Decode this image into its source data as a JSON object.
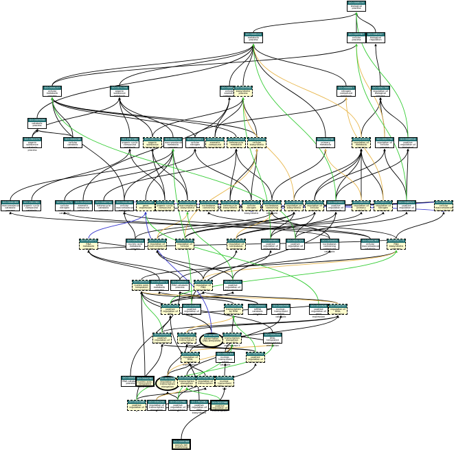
{
  "colors": {
    "is_a": "#000000",
    "part_of": "#3333cc",
    "regulates": "#e8b64a",
    "pos_regulates": "#33cc33",
    "neg_regulates": "#cc3333",
    "header": "#1f6f72",
    "highlight": "#fefdcf"
  },
  "nodes": [
    {
      "id": "n1",
      "go": "GO:0008150",
      "label": "biological process",
      "s": "p"
    },
    {
      "id": "n2",
      "go": "GO:0008152",
      "label": "metabolic process",
      "s": "p"
    },
    {
      "id": "n3",
      "go": "GO:0009987",
      "label": "cellular process",
      "s": "p"
    },
    {
      "id": "n4",
      "go": "GO:0065007",
      "label": "biological regulation",
      "s": "p"
    },
    {
      "id": "n5",
      "go": "GO:0071704",
      "label": "organic substance metabolic",
      "s": "p"
    },
    {
      "id": "n6",
      "go": "GO:0006725",
      "label": "cellular aromatic compound",
      "s": "p"
    },
    {
      "id": "n7",
      "go": "GO:0044237",
      "label": "cellular metabolic process",
      "s": "p"
    },
    {
      "id": "n8",
      "go": "GO:0009058",
      "label": "biosynthetic process",
      "s": "h"
    },
    {
      "id": "n9",
      "go": "GO:0006807",
      "label": "nitrogen compound metabolic",
      "s": "p"
    },
    {
      "id": "n10",
      "go": "GO:0050789",
      "label": "regulation of biological process",
      "s": "p"
    },
    {
      "id": "n11",
      "go": "GO:0009056",
      "label": "catabolic process",
      "s": "p"
    },
    {
      "id": "n12",
      "go": "GO:1901575",
      "label": "organic substance catabolic process",
      "s": "p"
    },
    {
      "id": "n13",
      "go": "GO:0044248",
      "label": "cellular catabolic process",
      "s": "p"
    },
    {
      "id": "n14",
      "go": "GO:1901360",
      "label": "organic cyclic compound metabolic",
      "s": "p"
    },
    {
      "id": "n15",
      "go": "GO:1901576",
      "label": "organic substance biosynthetic",
      "s": "h"
    },
    {
      "id": "n16",
      "go": "GO:0043170",
      "label": "macromolecule metabolic process",
      "s": "p"
    },
    {
      "id": "n17",
      "go": "GO:0034641",
      "label": "cellular nitrogen compound",
      "s": "p"
    },
    {
      "id": "n18",
      "go": "GO:0019438",
      "label": "aromatic compound biosynthetic",
      "s": "h"
    },
    {
      "id": "n19",
      "go": "GO:0046483",
      "label": "heterocycle metabolic process",
      "s": "h"
    },
    {
      "id": "n20",
      "go": "GO:0044249",
      "label": "cellular biosynthetic process",
      "s": "h"
    },
    {
      "id": "n21",
      "go": "GO:0044238",
      "label": "primary metabolic process",
      "s": "p"
    },
    {
      "id": "n22",
      "go": "GO:0019222",
      "label": "regulation of metabolic process",
      "s": "h"
    },
    {
      "id": "n23",
      "go": "GO:0050794",
      "label": "regulation of cellular process",
      "s": "p"
    },
    {
      "id": "n24",
      "go": "GO:0048518",
      "label": "positive regulation of biological",
      "s": "p"
    },
    {
      "id": "n25",
      "go": "GO:0044265",
      "label": "macromolecule catabolic process",
      "s": "p"
    },
    {
      "id": "n26",
      "go": "GO:1901361",
      "label": "organic cyclic compound catabolic",
      "s": "p"
    },
    {
      "id": "n27",
      "go": "GO:0044270",
      "label": "cellular nitrogen compound catabolic",
      "s": "p"
    },
    {
      "id": "n28",
      "go": "GO:0019439",
      "label": "aromatic compound catabolic",
      "s": "p"
    },
    {
      "id": "n29",
      "go": "GO:0046700",
      "label": "heterocycle catabolic process",
      "s": "p"
    },
    {
      "id": "n30",
      "go": "GO:0044260",
      "label": "cellular macromolecule metabolic",
      "s": "p"
    },
    {
      "id": "n31",
      "go": "GO:0010467",
      "label": "gene expression",
      "s": "h"
    },
    {
      "id": "n32",
      "go": "GO:1901362",
      "label": "organic cyclic compound biosynthetic",
      "s": "h"
    },
    {
      "id": "n33",
      "go": "GO:0009059",
      "label": "macromolecule biosynthetic",
      "s": "h"
    },
    {
      "id": "n34",
      "go": "GO:0034654",
      "label": "nucleobase-containing compound",
      "s": "h"
    },
    {
      "id": "n35",
      "go": "GO:0018130",
      "label": "heterocycle biosynthetic process",
      "s": "h"
    },
    {
      "id": "n36",
      "go": "GO:0044271",
      "label": "cellular nitrogen compound biosynthetic",
      "s": "h"
    },
    {
      "id": "n37",
      "go": "GO:0006139",
      "label": "nucleobase-containing compound metabolic",
      "s": "h"
    },
    {
      "id": "n38",
      "go": "GO:0009889",
      "label": "regulation of biosynthetic process",
      "s": "h"
    },
    {
      "id": "n39",
      "go": "GO:0031323",
      "label": "regulation of cellular metabolic",
      "s": "h"
    },
    {
      "id": "n40",
      "go": "GO:0009893",
      "label": "positive regulation of metabolic",
      "s": "p"
    },
    {
      "id": "n41",
      "go": "GO:0080090",
      "label": "regulation of primary metabolic",
      "s": "h"
    },
    {
      "id": "n42",
      "go": "GO:0051171",
      "label": "regulation of nitrogen compound",
      "s": "h"
    },
    {
      "id": "n43",
      "go": "GO:0048522",
      "label": "positive regulation of cellular",
      "s": "p"
    },
    {
      "id": "n44",
      "go": "GO:0034645",
      "label": "cellular macromolecule biosynthetic",
      "s": "h"
    },
    {
      "id": "n45",
      "go": "GO:0016070",
      "label": "RNA metabolic process",
      "s": "h"
    },
    {
      "id": "n46",
      "go": "GO:0090304",
      "label": "nucleic acid metabolic process",
      "s": "p"
    },
    {
      "id": "n47",
      "go": "GO:0010556",
      "label": "regulation of macromolecule biosynthetic",
      "s": "h"
    },
    {
      "id": "n48",
      "go": "GO:0031326",
      "label": "regulation of cellular biosynthetic",
      "s": "h"
    },
    {
      "id": "n49",
      "go": "GO:0019219",
      "label": "regulation of nucleobase-containing",
      "s": "h"
    },
    {
      "id": "n50",
      "go": "GO:0009891",
      "label": "positive regulation of biosynthetic",
      "s": "p"
    },
    {
      "id": "n51",
      "go": "GO:0031325",
      "label": "positive regulation of cellular",
      "s": "p"
    },
    {
      "id": "n52",
      "go": "GO:0034655",
      "label": "nucleobase-containing compound catabolic",
      "s": "p"
    },
    {
      "id": "n53",
      "go": "GO:0044265",
      "label": "cellular macromolecule catabolic",
      "s": "p"
    },
    {
      "id": "n54",
      "go": "GO:0032774",
      "label": "RNA biosynthetic process",
      "s": "h"
    },
    {
      "id": "n55",
      "go": "GO:0006351",
      "label": "nucleic acid-templated transcription",
      "s": "h"
    },
    {
      "id": "n56",
      "go": "GO:0016071",
      "label": "mRNA metabolic process",
      "s": "p"
    },
    {
      "id": "n57",
      "go": "GO:0006401",
      "label": "RNA catabolic process",
      "s": "p"
    },
    {
      "id": "n58",
      "go": "GO:2001141",
      "label": "regulation of RNA biosynthetic",
      "s": "h"
    },
    {
      "id": "n59",
      "go": "GO:0010557",
      "label": "positive regulation of macromolecule",
      "s": "p"
    },
    {
      "id": "n60",
      "go": "GO:0051254",
      "label": "positive regulation of RNA",
      "s": "h"
    },
    {
      "id": "n61",
      "go": "GO:0010604",
      "label": "positive regulation of macromolecule",
      "s": "p"
    },
    {
      "id": "n62",
      "go": "GO:0006366",
      "label": "transcription by RNA polymerase II",
      "s": "h"
    },
    {
      "id": "n63",
      "go": "GO:0006402",
      "label": "mRNA catabolic process",
      "s": "p"
    },
    {
      "id": "n64",
      "go": "GO:0000956",
      "label": "nuclear-transcribed mRNA catabolic",
      "s": "p"
    },
    {
      "id": "n65",
      "go": "GO:0010628",
      "label": "positive regulation of gene expression",
      "s": "p"
    },
    {
      "id": "n66",
      "go": "GO:0006355",
      "label": "regulation of DNA-templated",
      "s": "h"
    },
    {
      "id": "n67",
      "go": "GO:0045893",
      "label": "positive regulation of transcription",
      "s": "h"
    },
    {
      "id": "n68",
      "go": "GO:0006357",
      "label": "regulation of transcription by RNA",
      "s": "h"
    },
    {
      "id": "n69",
      "go": "GO:0006351",
      "label": "transcription, DNA-templated",
      "s": "e"
    },
    {
      "id": "n70",
      "go": "GO:0006368",
      "label": "transcription elongation from RNA polymerase II",
      "s": "h"
    },
    {
      "id": "n71",
      "go": "GO:0006354",
      "label": "DNA-templated transcription elongation",
      "s": "p"
    },
    {
      "id": "n72",
      "go": "GO:0032784",
      "label": "regulation of DNA-templated transcription",
      "s": "h"
    },
    {
      "id": "n73",
      "go": "GO:0000184",
      "label": "nuclear-transcribed mRNA catabolic",
      "s": "p"
    },
    {
      "id": "n74",
      "go": "GO:0045944",
      "label": "positive regulation of transcription",
      "s": "h"
    },
    {
      "id": "n75",
      "go": "GO:0032968",
      "label": "regulation of transcription elongation",
      "s": "e"
    },
    {
      "id": "n76",
      "go": "GO:0034243",
      "label": "transcription elongation from RNA",
      "s": "h"
    },
    {
      "id": "n77",
      "go": "GO:0032786",
      "label": "regulation of transcription",
      "s": "h"
    },
    {
      "id": "n78",
      "go": "GO:0000289",
      "label": "nuclear-transcribed mRNA poly(A) tail",
      "s": "h"
    },
    {
      "id": "n79",
      "go": "GO:0043488",
      "label": "positive regulation of",
      "s": "h"
    },
    {
      "id": "n80",
      "go": "GO:0034244",
      "label": "regulation of transcription elongation",
      "s": "p"
    },
    {
      "id": "n81",
      "go": "GO:0032968",
      "label": "positive regulation of transcription",
      "s": "p"
    },
    {
      "id": "n82",
      "go": "GO:1902682",
      "label": "positive regulation of RNA biosynthetic",
      "s": "p"
    },
    {
      "id": "n83",
      "go": "GO:0032968",
      "label": "positive regulation of transcription",
      "s": "t"
    },
    {
      "id": "n84",
      "go": "GO:0006401",
      "label": "RNA catabolic process",
      "s": "p"
    },
    {
      "id": "n85",
      "go": "GO:0044260",
      "label": "nucleic acid-templated transcription",
      "s": "t"
    },
    {
      "id": "n86",
      "go": "GO:0006366",
      "label": "poly(A) tail shortening",
      "s": "t"
    }
  ],
  "edges": [
    [
      "n2",
      "n1",
      "k"
    ],
    [
      "n3",
      "n1",
      "k"
    ],
    [
      "n4",
      "n1",
      "k"
    ],
    [
      "n5",
      "n2",
      "k"
    ],
    [
      "n6",
      "n2",
      "k"
    ],
    [
      "n7",
      "n2",
      "k"
    ],
    [
      "n7",
      "n3",
      "k"
    ],
    [
      "n8",
      "n2",
      "k"
    ],
    [
      "n9",
      "n2",
      "k"
    ],
    [
      "n10",
      "n4",
      "k"
    ],
    [
      "n11",
      "n2",
      "k"
    ],
    [
      "n12",
      "n5",
      "k"
    ],
    [
      "n12",
      "n11",
      "k"
    ],
    [
      "n13",
      "n7",
      "k"
    ],
    [
      "n13",
      "n11",
      "k"
    ],
    [
      "n14",
      "n5",
      "k"
    ],
    [
      "n15",
      "n5",
      "k"
    ],
    [
      "n15",
      "n8",
      "k"
    ],
    [
      "n16",
      "n5",
      "k"
    ],
    [
      "n17",
      "n7",
      "k"
    ],
    [
      "n17",
      "n9",
      "k"
    ],
    [
      "n18",
      "n6",
      "k"
    ],
    [
      "n18",
      "n8",
      "k"
    ],
    [
      "n19",
      "n7",
      "k"
    ],
    [
      "n20",
      "n7",
      "k"
    ],
    [
      "n20",
      "n8",
      "k"
    ],
    [
      "n21",
      "n2",
      "k"
    ],
    [
      "n22",
      "n10",
      "k"
    ],
    [
      "n22",
      "n2",
      "o"
    ],
    [
      "n23",
      "n10",
      "k"
    ],
    [
      "n23",
      "n3",
      "o"
    ],
    [
      "n24",
      "n10",
      "k"
    ],
    [
      "n24",
      "n1",
      "g"
    ],
    [
      "n25",
      "n16",
      "k"
    ],
    [
      "n26",
      "n14",
      "k"
    ],
    [
      "n27",
      "n17",
      "k"
    ],
    [
      "n28",
      "n6",
      "k"
    ],
    [
      "n29",
      "n19",
      "k"
    ],
    [
      "n30",
      "n16",
      "k"
    ],
    [
      "n30",
      "n7",
      "k"
    ],
    [
      "n31",
      "n16",
      "k"
    ],
    [
      "n32",
      "n14",
      "k"
    ],
    [
      "n32",
      "n15",
      "k"
    ],
    [
      "n33",
      "n16",
      "k"
    ],
    [
      "n33",
      "n15",
      "k"
    ],
    [
      "n34",
      "n37",
      "k"
    ],
    [
      "n35",
      "n19",
      "k"
    ],
    [
      "n35",
      "n20",
      "k"
    ],
    [
      "n36",
      "n17",
      "k"
    ],
    [
      "n36",
      "n20",
      "k"
    ],
    [
      "n37",
      "n19",
      "k"
    ],
    [
      "n37",
      "n21",
      "k"
    ],
    [
      "n38",
      "n22",
      "k"
    ],
    [
      "n38",
      "n8",
      "o"
    ],
    [
      "n39",
      "n22",
      "k"
    ],
    [
      "n39",
      "n23",
      "k"
    ],
    [
      "n40",
      "n22",
      "k"
    ],
    [
      "n40",
      "n24",
      "k"
    ],
    [
      "n40",
      "n2",
      "g"
    ],
    [
      "n41",
      "n22",
      "k"
    ],
    [
      "n41",
      "n21",
      "o"
    ],
    [
      "n42",
      "n22",
      "k"
    ],
    [
      "n42",
      "n9",
      "o"
    ],
    [
      "n43",
      "n23",
      "k"
    ],
    [
      "n43",
      "n24",
      "k"
    ],
    [
      "n43",
      "n3",
      "g"
    ],
    [
      "n44",
      "n30",
      "k"
    ],
    [
      "n44",
      "n33",
      "k"
    ],
    [
      "n45",
      "n46",
      "k"
    ],
    [
      "n46",
      "n37",
      "k"
    ],
    [
      "n46",
      "n30",
      "k"
    ],
    [
      "n47",
      "n38",
      "k"
    ],
    [
      "n47",
      "n33",
      "o"
    ],
    [
      "n48",
      "n38",
      "k"
    ],
    [
      "n48",
      "n39",
      "k"
    ],
    [
      "n48",
      "n20",
      "o"
    ],
    [
      "n49",
      "n41",
      "k"
    ],
    [
      "n49",
      "n42",
      "k"
    ],
    [
      "n49",
      "n37",
      "o"
    ],
    [
      "n50",
      "n38",
      "k"
    ],
    [
      "n50",
      "n40",
      "k"
    ],
    [
      "n50",
      "n8",
      "g"
    ],
    [
      "n51",
      "n39",
      "k"
    ],
    [
      "n51",
      "n43",
      "k"
    ],
    [
      "n51",
      "n7",
      "g"
    ],
    [
      "n52",
      "n37",
      "k"
    ],
    [
      "n52",
      "n27",
      "k"
    ],
    [
      "n53",
      "n25",
      "k"
    ],
    [
      "n53",
      "n30",
      "k"
    ],
    [
      "n54",
      "n45",
      "k"
    ],
    [
      "n54",
      "n34",
      "k"
    ],
    [
      "n54",
      "n44",
      "k"
    ],
    [
      "n55",
      "n54",
      "k"
    ],
    [
      "n56",
      "n45",
      "k"
    ],
    [
      "n57",
      "n45",
      "k"
    ],
    [
      "n57",
      "n52",
      "k"
    ],
    [
      "n58",
      "n47",
      "k"
    ],
    [
      "n58",
      "n49",
      "k"
    ],
    [
      "n58",
      "n54",
      "o"
    ],
    [
      "n59",
      "n47",
      "k"
    ],
    [
      "n59",
      "n50",
      "k"
    ],
    [
      "n59",
      "n33",
      "g"
    ],
    [
      "n60",
      "n58",
      "k"
    ],
    [
      "n60",
      "n59",
      "k"
    ],
    [
      "n60",
      "n54",
      "g"
    ],
    [
      "n61",
      "n40",
      "k"
    ],
    [
      "n61",
      "n16",
      "g"
    ],
    [
      "n62",
      "n55",
      "k"
    ],
    [
      "n63",
      "n56",
      "k"
    ],
    [
      "n63",
      "n57",
      "k"
    ],
    [
      "n64",
      "n63",
      "k"
    ],
    [
      "n65",
      "n61",
      "k"
    ],
    [
      "n65",
      "n31",
      "g"
    ],
    [
      "n66",
      "n58",
      "k"
    ],
    [
      "n66",
      "n55",
      "o"
    ],
    [
      "n67",
      "n66",
      "k"
    ],
    [
      "n67",
      "n60",
      "k"
    ],
    [
      "n67",
      "n55",
      "g"
    ],
    [
      "n68",
      "n66",
      "k"
    ],
    [
      "n68",
      "n62",
      "o"
    ],
    [
      "n69",
      "n55",
      "k"
    ],
    [
      "n70",
      "n62",
      "k"
    ],
    [
      "n70",
      "n71",
      "k"
    ],
    [
      "n71",
      "n55",
      "k"
    ],
    [
      "n72",
      "n66",
      "k"
    ],
    [
      "n72",
      "n71",
      "o"
    ],
    [
      "n73",
      "n64",
      "k"
    ],
    [
      "n74",
      "n67",
      "k"
    ],
    [
      "n74",
      "n68",
      "k"
    ],
    [
      "n74",
      "n62",
      "g"
    ],
    [
      "n75",
      "n72",
      "k"
    ],
    [
      "n75",
      "n68",
      "k"
    ],
    [
      "n75",
      "n70",
      "o"
    ],
    [
      "n76",
      "n70",
      "k"
    ],
    [
      "n77",
      "n72",
      "k"
    ],
    [
      "n78",
      "n73",
      "k"
    ],
    [
      "n79",
      "n77",
      "k"
    ],
    [
      "n79",
      "n67",
      "k"
    ],
    [
      "n79",
      "n71",
      "g"
    ],
    [
      "n80",
      "n75",
      "k"
    ],
    [
      "n80",
      "n76",
      "o"
    ],
    [
      "n81",
      "n79",
      "k"
    ],
    [
      "n81",
      "n74",
      "k"
    ],
    [
      "n81",
      "n75",
      "k"
    ],
    [
      "n81",
      "n70",
      "g"
    ],
    [
      "n82",
      "n60",
      "k"
    ],
    [
      "n83",
      "n80",
      "k"
    ],
    [
      "n83",
      "n81",
      "k"
    ],
    [
      "n83",
      "n76",
      "g"
    ],
    [
      "n84",
      "n57",
      "k"
    ],
    [
      "n85",
      "n55",
      "k"
    ],
    [
      "n86",
      "n78",
      "k"
    ],
    [
      "n69",
      "n31",
      "p"
    ],
    [
      "n45",
      "n31",
      "p"
    ],
    [
      "n44",
      "n36",
      "p"
    ],
    [
      "n30",
      "n44",
      "p"
    ]
  ]
}
